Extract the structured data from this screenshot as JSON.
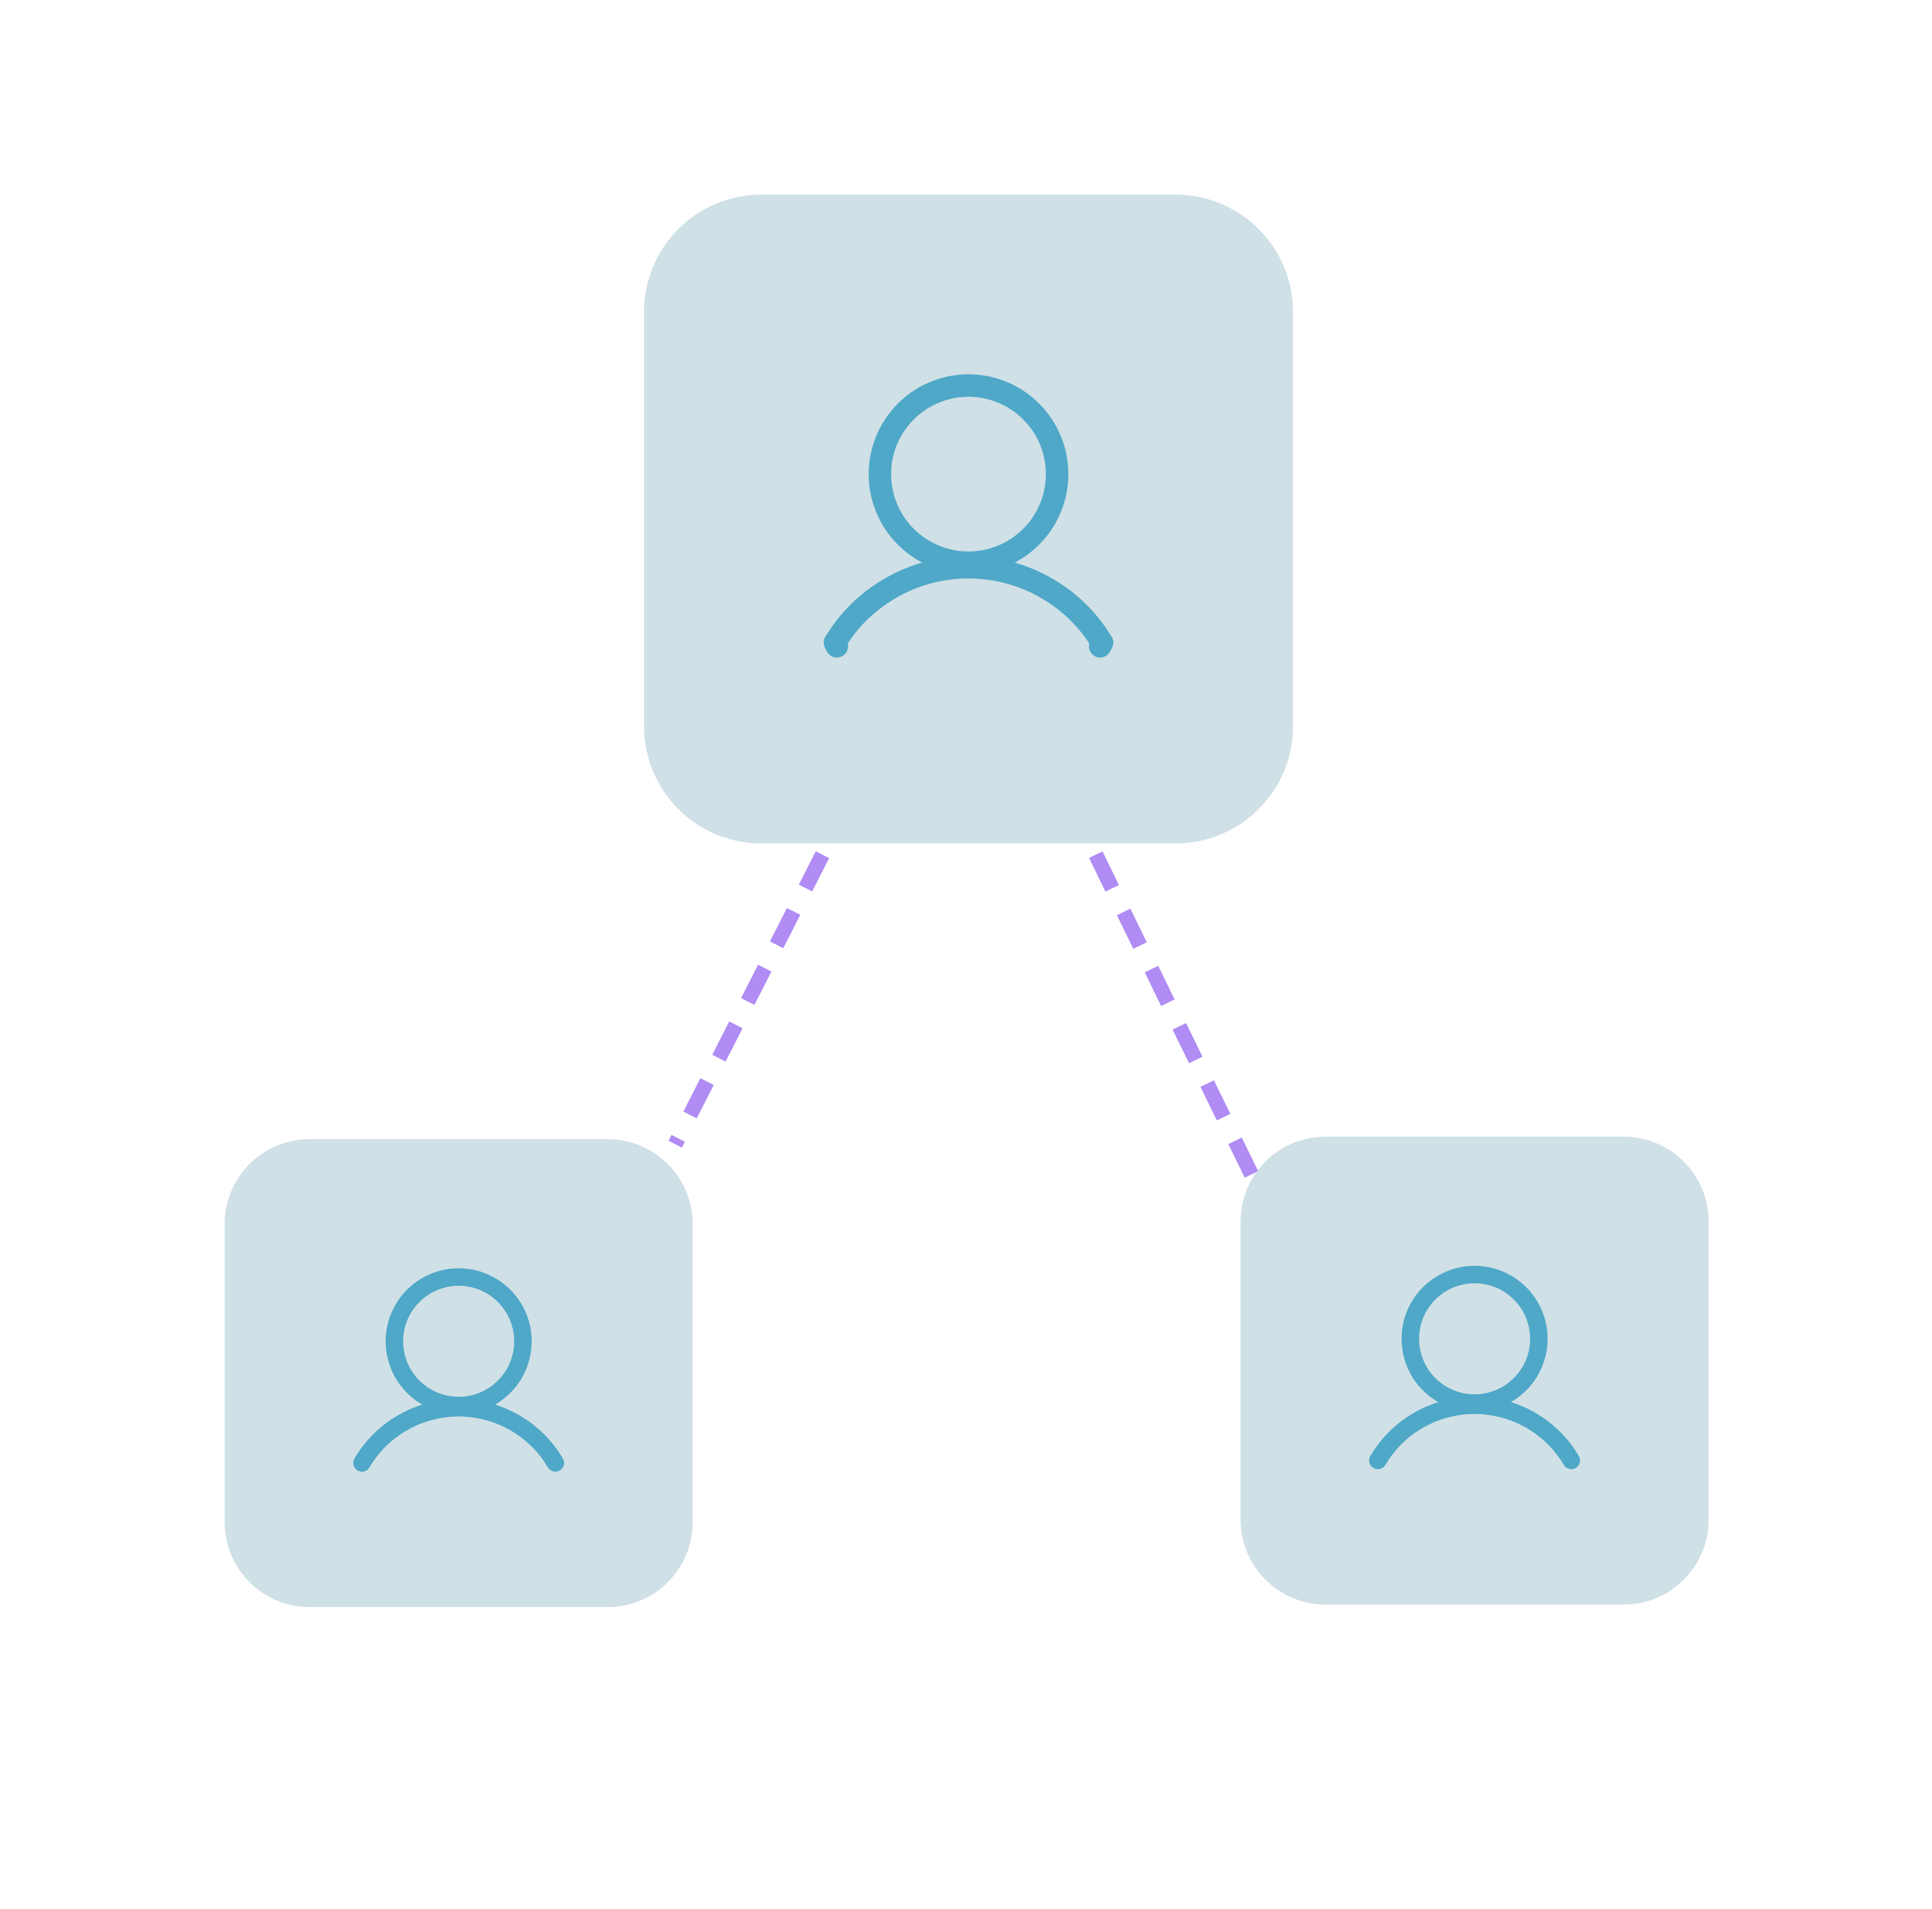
{
  "diagram": {
    "nodes": [
      {
        "id": "top",
        "icon": "user-icon",
        "role": "parent"
      },
      {
        "id": "bottom-left",
        "icon": "user-icon",
        "role": "child"
      },
      {
        "id": "bottom-right",
        "icon": "user-icon",
        "role": "child"
      }
    ],
    "edges": [
      {
        "from": "top",
        "to": "bottom-left",
        "style": "dashed"
      },
      {
        "from": "top",
        "to": "bottom-right",
        "style": "dashed"
      }
    ],
    "colors": {
      "background": "#ffffff",
      "node_fill": "#cfe0e6",
      "icon_stroke": "#4fa8c8",
      "connector": "#b08cf4"
    }
  }
}
